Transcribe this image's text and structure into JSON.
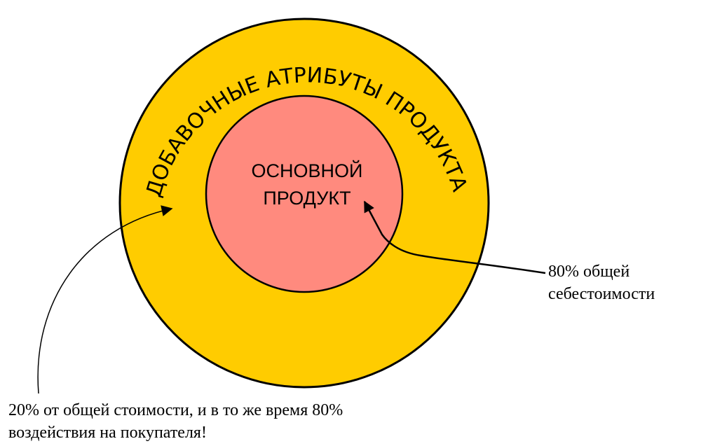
{
  "diagram": {
    "outer_ring_label": "ДОБАВОЧНЫЕ АТРИБУТЫ ПРОДУКТА",
    "core_label_line1": "ОСНОВНОЙ",
    "core_label_line2": "ПРОДУКТ",
    "note_core_line1": "80% общей",
    "note_core_line2": "себестоимости",
    "note_ring_line1": "20% от общей стоимости, и в то же время 80%",
    "note_ring_line2": "воздействия на покупателя!"
  },
  "colors": {
    "outer_ring_fill": "#ffcc00",
    "core_fill": "#ff8a7e",
    "outline": "#000000",
    "background": "#ffffff"
  }
}
